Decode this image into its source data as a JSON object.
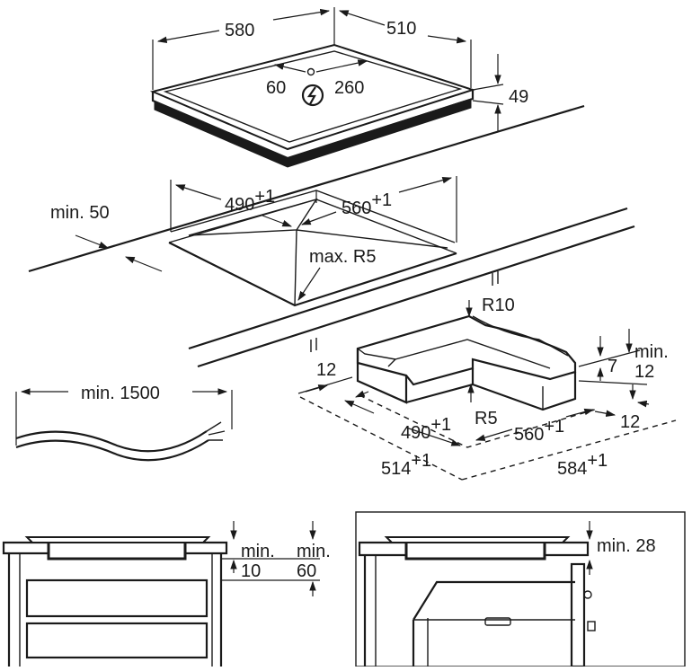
{
  "hob": {
    "width": "580",
    "depth": "510",
    "cable_left": "60",
    "cable_right": "260",
    "height": "49",
    "power_symbol": "power-connection-icon"
  },
  "cutout": {
    "min_edge": "min. 50",
    "width": "490",
    "width_tol": "+1",
    "depth": "560",
    "depth_tol": "+1",
    "corner_radius": "max. R5"
  },
  "frame": {
    "radius_outer": "R10",
    "radius_inner": "R5",
    "left_offset": "12",
    "min_label": "min.",
    "min_value": "12",
    "step": "7",
    "right_offset": "12",
    "inner_width": "490",
    "inner_width_tol": "+1",
    "inner_depth": "560",
    "inner_depth_tol": "+1",
    "outer_width": "514",
    "outer_width_tol": "+1",
    "outer_depth": "584",
    "outer_depth_tol": "+1"
  },
  "cable": {
    "length": "min. 1500"
  },
  "bottom_left": {
    "gap_label_1": "min.",
    "gap_value_1": "10",
    "gap_label_2": "min.",
    "gap_value_2": "60"
  },
  "bottom_right": {
    "gap": "min. 28"
  }
}
